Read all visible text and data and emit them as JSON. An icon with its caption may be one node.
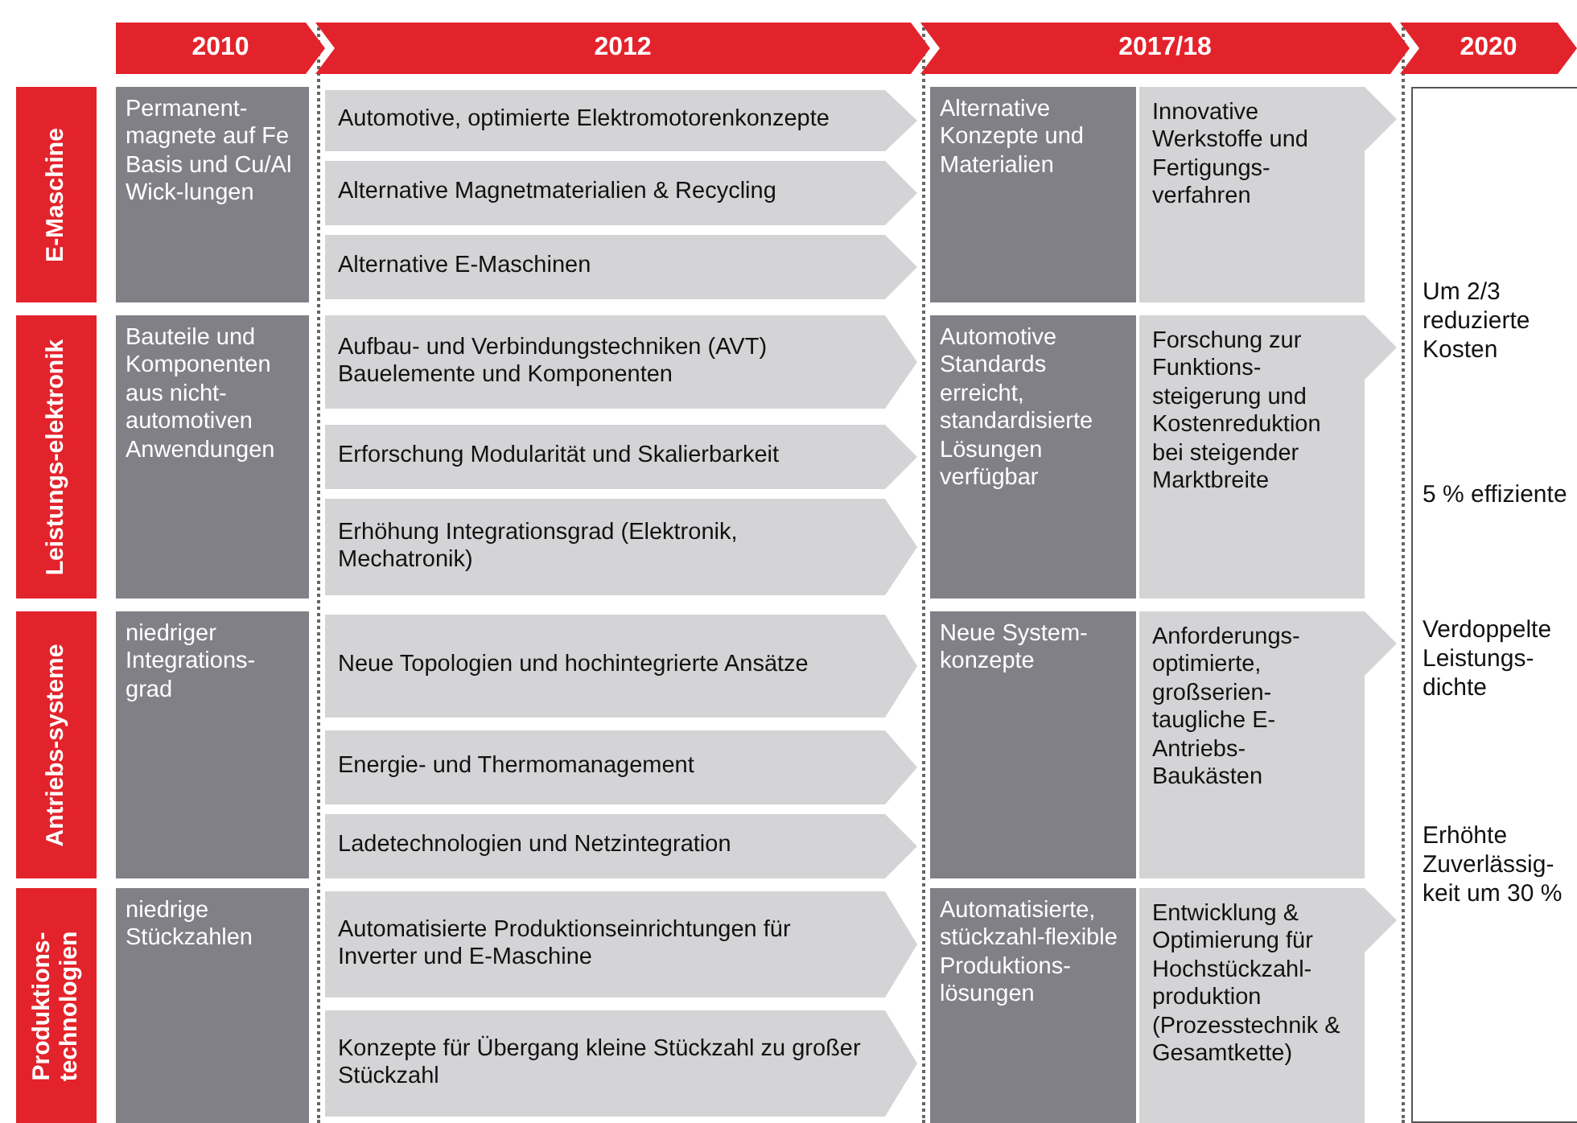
{
  "diagram": {
    "nodes": [
      {
        "text": [
          "2010"
        ]
      },
      {
        "text": [
          "2012"
        ]
      },
      {
        "text": [
          "2017/18"
        ]
      },
      {
        "text": [
          "2020"
        ]
      },
      {
        "text": [
          "E-Maschine"
        ]
      },
      {
        "text": [
          "Permanent-magnete auf Fe Basis und Cu/Al Wick-lungen"
        ]
      },
      {
        "text": [
          "Automotive, optimierte Elektromotorenkonzepte"
        ]
      },
      {
        "text": [
          "Alternative Magnetmaterialien & Recycling"
        ]
      },
      {
        "text": [
          "Alternative E-Maschinen"
        ]
      },
      {
        "text": [
          "Alternative Konzepte und Materialien"
        ]
      },
      {
        "text": [
          "Innovative Werkstoffe und Fertigungs-verfahren"
        ]
      },
      {
        "text": [
          "Um 2/3 reduzierte Kosten",
          "5 % effiziente",
          "Verdoppelte Leistungs-dichte",
          "Erhöhte Zuverlässig-keit um 30 %"
        ]
      },
      {
        "text": [
          "Leistungs-elektronik"
        ]
      },
      {
        "text": [
          "Bauteile und Komponenten aus nicht-automotiven Anwendungen"
        ]
      },
      {
        "text": [
          "Aufbau- und Verbindungstechniken (AVT) Bauelemente und Komponenten"
        ]
      },
      {
        "text": [
          "Erforschung Modularität und Skalierbarkeit"
        ]
      },
      {
        "text": [
          "Erhöhung Integrationsgrad (Elektronik, Mechatronik)"
        ]
      },
      {
        "text": [
          "Automotive Standards erreicht, standardisierte Lösungen verfügbar"
        ]
      },
      {
        "text": [
          "Forschung zur Funktions-steigerung und Kostenreduktion bei steigender Marktbreite"
        ]
      },
      {
        "text": [
          "Antriebs-systeme"
        ]
      },
      {
        "text": [
          "niedriger Integrations-grad"
        ]
      },
      {
        "text": [
          "Neue Topologien und hochintegrierte Ansätze"
        ]
      },
      {
        "text": [
          "Energie- und Thermomanagement"
        ]
      },
      {
        "text": [
          "Ladetechnologien und Netzintegration"
        ]
      },
      {
        "text": [
          "Neue System-konzepte"
        ]
      },
      {
        "text": [
          "Anforderungs-optimierte, großserien-taugliche E-Antriebs-Baukästen"
        ]
      },
      {
        "text": [
          "Produktions-technologien"
        ]
      },
      {
        "text": [
          "niedrige Stückzahlen"
        ]
      },
      {
        "text": [
          "Automatisierte Produktionseinrichtungen für Inverter und E-Maschine"
        ]
      },
      {
        "text": [
          "Konzepte für Übergang kleine Stückzahl zu großer Stückzahl"
        ]
      },
      {
        "text": [
          "Automatisierte, stückzahl-flexible Produktions-lösungen"
        ]
      },
      {
        "text": [
          "Entwicklung & Optimierung für Hochstückzahl-produktion (Prozesstechnik & Gesamtkette)"
        ]
      }
    ],
    "edges": []
  }
}
